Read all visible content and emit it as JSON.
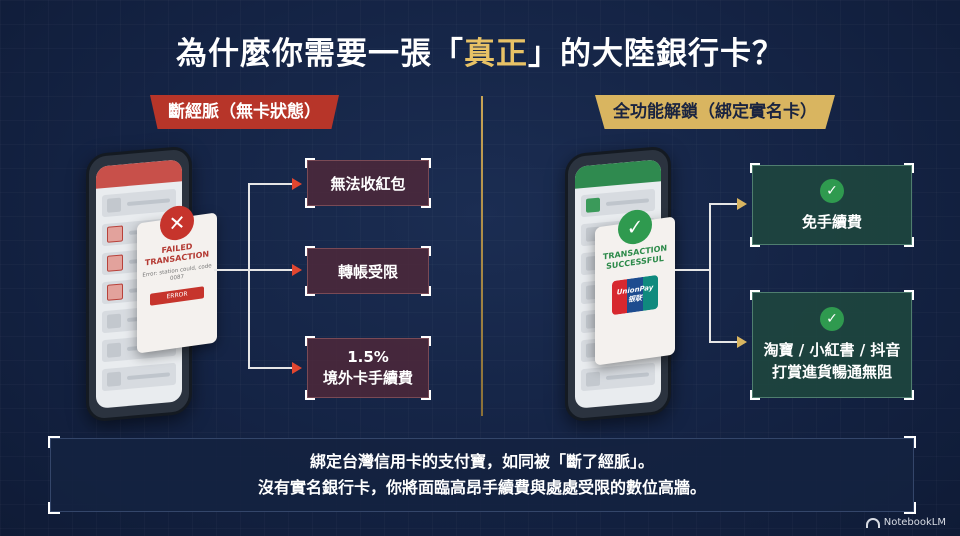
{
  "title": {
    "prefix": "為什麼你需要一張「",
    "highlight": "真正",
    "suffix": "」的大陸銀行卡？"
  },
  "left": {
    "tag": "斷經脈（無卡狀態）",
    "popup": {
      "title": "FAILED TRANSACTION",
      "detail": "Error: station could, code 0087",
      "error_label": "ERROR"
    },
    "results": [
      "無法收紅包",
      "轉帳受限",
      "1.5%",
      "境外卡手續費"
    ]
  },
  "right": {
    "tag": "全功能解鎖（綁定實名卡）",
    "popup": {
      "title": "TRANSACTION SUCCESSFUL",
      "card_brand": "UnionPay",
      "card_brand_cn": "银联"
    },
    "results": [
      "免手續費",
      "淘寶 / 小紅書 / 抖音",
      "打賞進貨暢通無阻"
    ]
  },
  "bottom": {
    "line1": "綁定台灣信用卡的支付寶，如同被「斷了經脈」。",
    "line2": "沒有實名銀行卡，你將面臨高昂手續費與處處受限的數位高牆。"
  },
  "watermark": "NotebookLM",
  "colors": {
    "background": "#142344",
    "gold": "#d9b560",
    "red": "#b73529",
    "green": "#2f9a4f"
  }
}
